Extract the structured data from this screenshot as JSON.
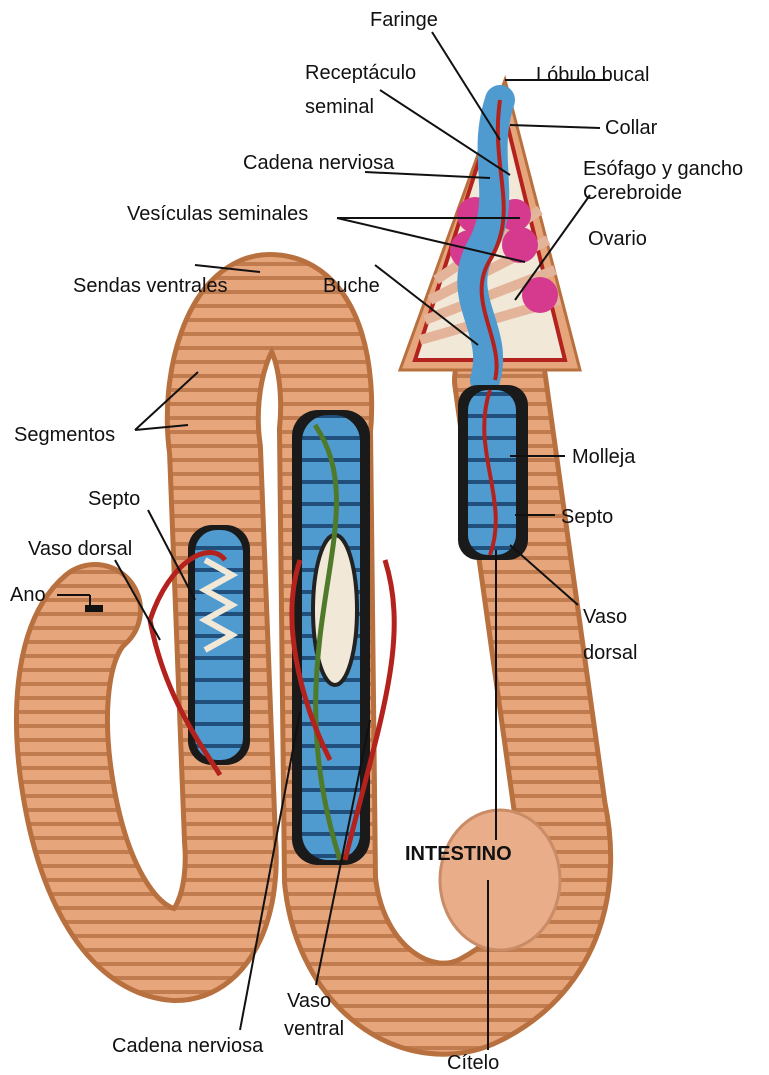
{
  "labels": {
    "faringe": "Faringe",
    "receptaculo_1": "Receptáculo",
    "receptaculo_2": "seminal",
    "lobulo_bucal": "Lóbulo bucal",
    "collar": "Collar",
    "cadena_nerviosa_top": "Cadena nerviosa",
    "esofago": "Esófago y gancho",
    "cerebroide": "Cerebroide",
    "vesiculas": "Vesículas seminales",
    "ovario": "Ovario",
    "sendas": "Sendas ventrales",
    "buche": "Buche",
    "segmentos": "Segmentos",
    "molleja": "Molleja",
    "septo_left": "Septo",
    "septo_right": "Septo",
    "vaso_dorsal_left": "Vaso dorsal",
    "ano": "Ano",
    "vaso_dorsal_r1": "Vaso",
    "vaso_dorsal_r2": "dorsal",
    "intestino": "INTESTINO",
    "vaso_ventral_1": "Vaso",
    "vaso_ventral_2": "ventral",
    "cadena_nerviosa_bottom": "Cadena nerviosa",
    "citelo": "Cítelo"
  },
  "colors": {
    "body": "#e7a57c",
    "body_dark": "#b8703f",
    "ring": "#c07b4f",
    "gut": "#4f9bd0",
    "gut_dark": "#1f4f7a",
    "vessel_red": "#b3221c",
    "nerve_green": "#4f7a2a",
    "gonads": "#d63a8f",
    "inner": "#f1e8d8"
  }
}
